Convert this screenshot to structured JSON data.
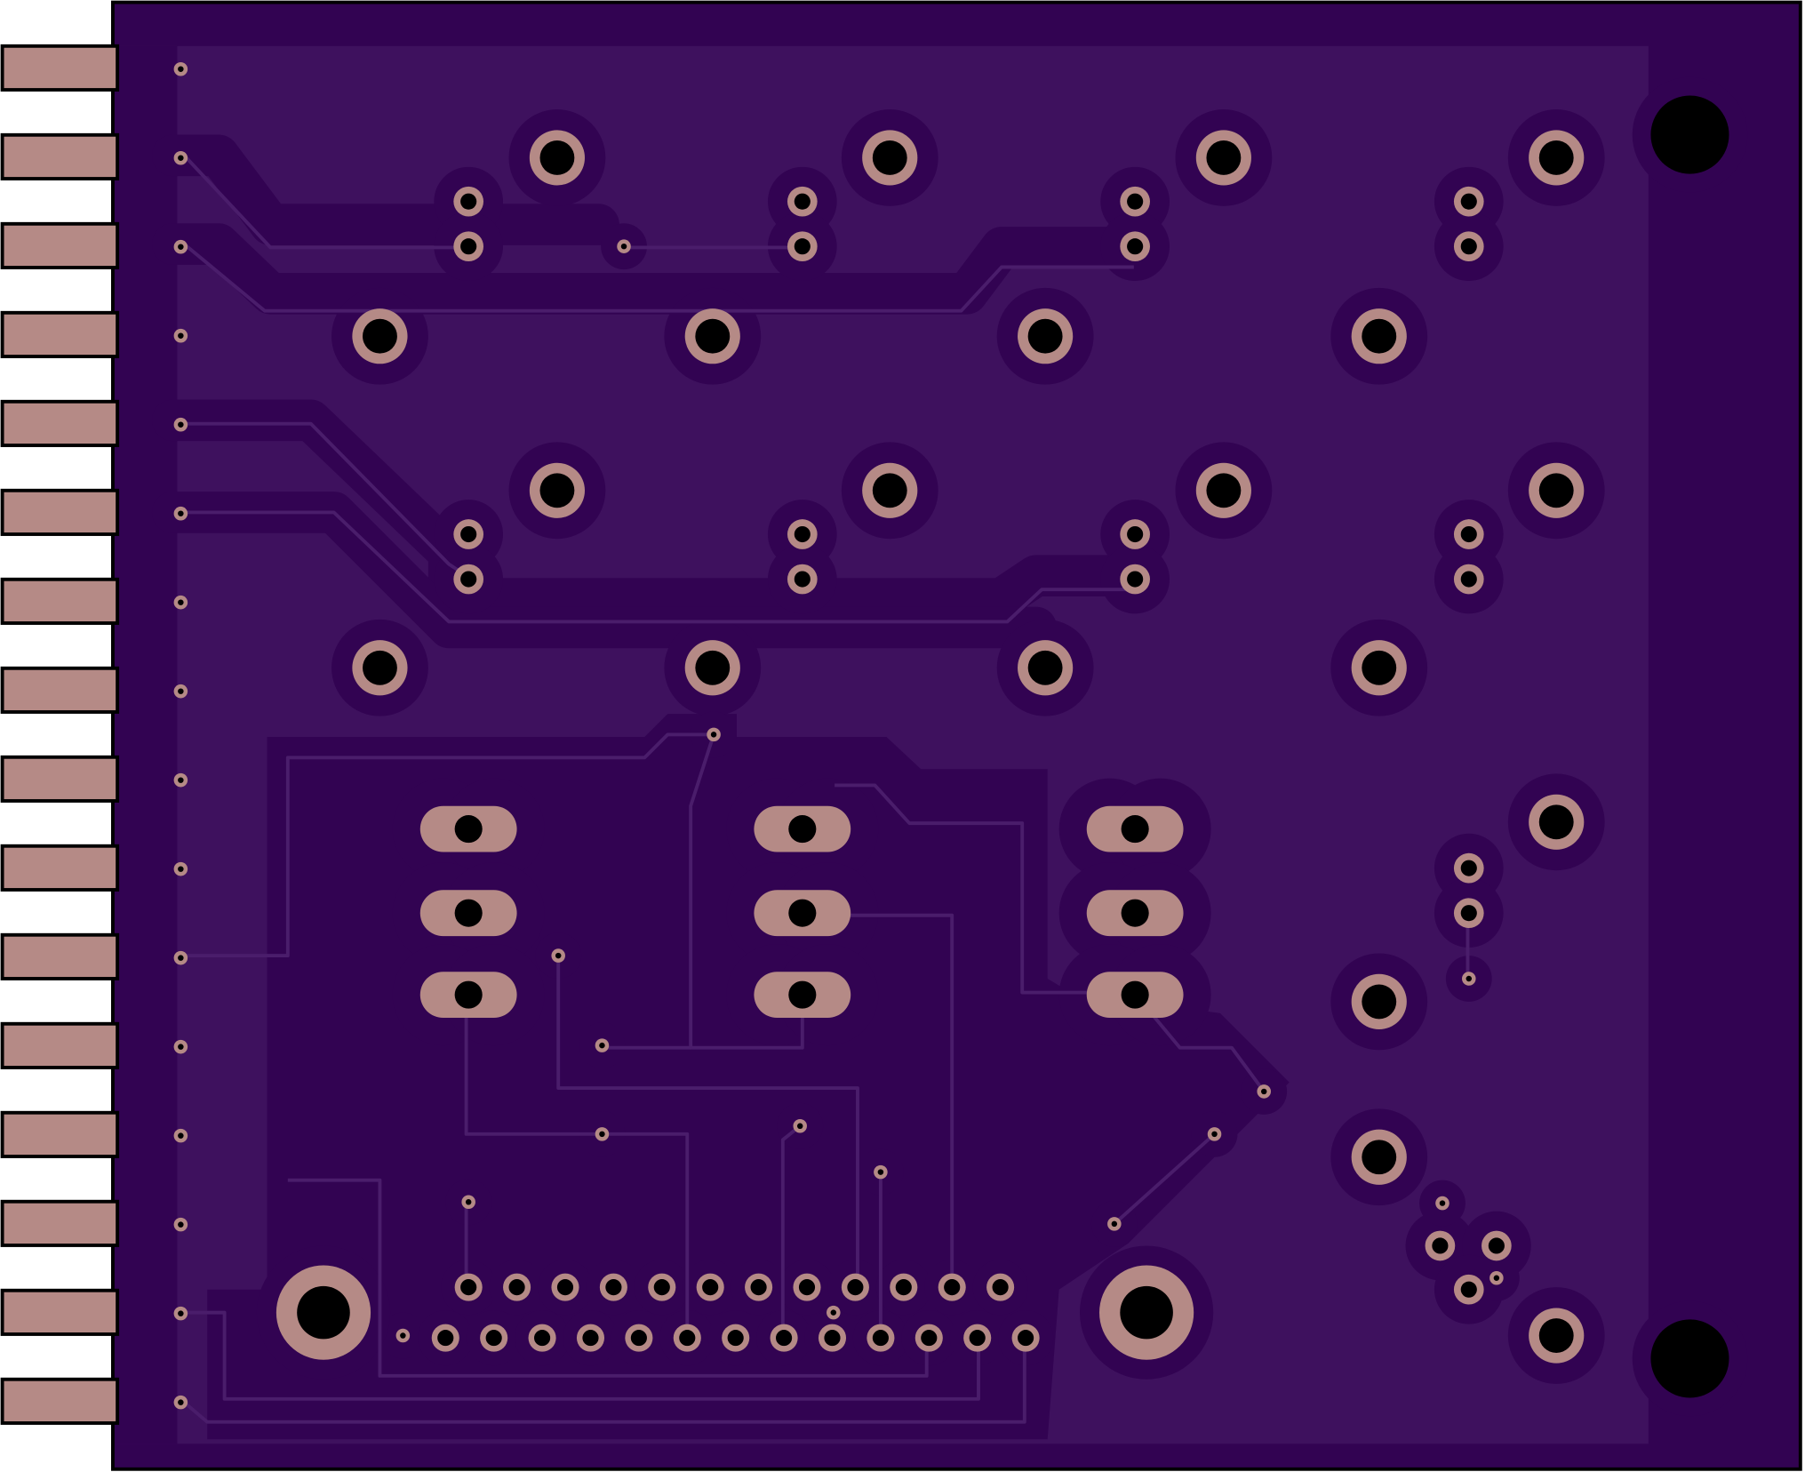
{
  "view": {
    "subject": "pcb-bottom-layer-render"
  },
  "colors": {
    "background": "#ffffff",
    "board_outline": "#000000",
    "substrate": "#320352",
    "copper_pour": "#3e115e",
    "trace": "#4a1d6b",
    "pad_copper": "#b58a86",
    "drill": "#000000"
  },
  "counts": {
    "edge_fingers": 16,
    "mounting_holes": 4,
    "switch_footprints": 10,
    "header_pins_top_row": 12,
    "header_pins_bottom_row": 13
  }
}
